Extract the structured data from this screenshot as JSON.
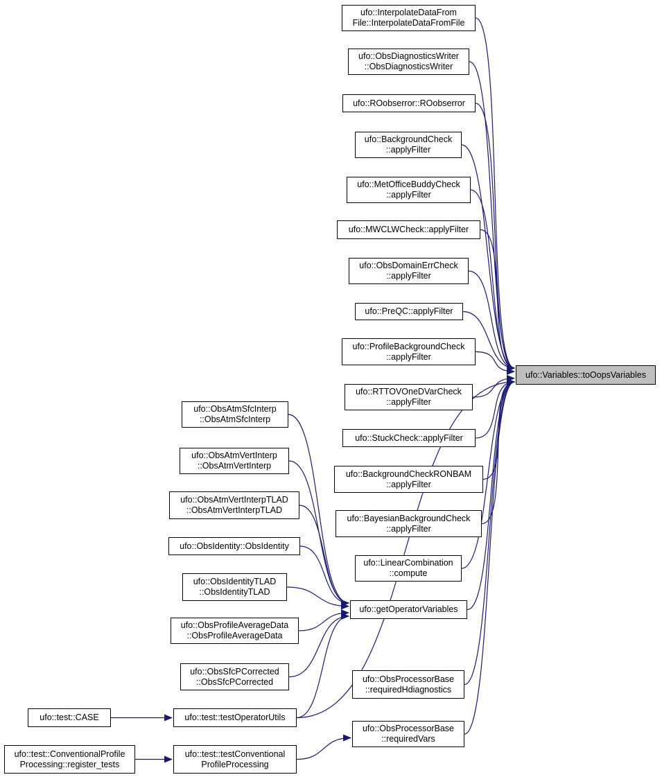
{
  "colors": {
    "edge": "#191970",
    "node_border": "#000000",
    "node_fill": "#ffffff",
    "focus_fill": "#bfbfbf"
  },
  "nodes": {
    "to_oops_variables": "ufo::Variables::toOopsVariables",
    "interpolate_data_from_file": "ufo::InterpolateDataFrom\nFile::InterpolateDataFromFile",
    "obs_diagnostics_writer": "ufo::ObsDiagnosticsWriter\n::ObsDiagnosticsWriter",
    "roobserror": "ufo::ROobserror::ROobserror",
    "background_check": "ufo::BackgroundCheck\n::applyFilter",
    "met_office_buddy_check": "ufo::MetOfficeBuddyCheck\n::applyFilter",
    "mwclw_check": "ufo::MWCLWCheck::applyFilter",
    "obs_domain_err_check": "ufo::ObsDomainErrCheck\n::applyFilter",
    "pre_qc": "ufo::PreQC::applyFilter",
    "profile_background_check": "ufo::ProfileBackgroundCheck\n::applyFilter",
    "rttov_one_dvar_check": "ufo::RTTOVOneDVarCheck\n::applyFilter",
    "stuck_check": "ufo::StuckCheck::applyFilter",
    "background_check_ronbam": "ufo::BackgroundCheckRONBAM\n::applyFilter",
    "bayesian_background_check": "ufo::BayesianBackgroundCheck\n::applyFilter",
    "linear_combination": "ufo::LinearCombination\n::compute",
    "get_operator_variables": "ufo::getOperatorVariables",
    "required_hdiagnostics": "ufo::ObsProcessorBase\n::requiredHdiagnostics",
    "required_vars": "ufo::ObsProcessorBase\n::requiredVars",
    "obs_atm_sfc_interp": "ufo::ObsAtmSfcInterp\n::ObsAtmSfcInterp",
    "obs_atm_vert_interp": "ufo::ObsAtmVertInterp\n::ObsAtmVertInterp",
    "obs_atm_vert_interp_tlad": "ufo::ObsAtmVertInterpTLAD\n::ObsAtmVertInterpTLAD",
    "obs_identity": "ufo::ObsIdentity::ObsIdentity",
    "obs_identity_tlad": "ufo::ObsIdentityTLAD\n::ObsIdentityTLAD",
    "obs_profile_average_data": "ufo::ObsProfileAverageData\n::ObsProfileAverageData",
    "obs_sfc_p_corrected": "ufo::ObsSfcPCorrected\n::ObsSfcPCorrected",
    "test_operator_utils": "ufo::test::testOperatorUtils",
    "test_case": "ufo::test::CASE",
    "test_conventional_profile_processing": "ufo::test::testConventional\nProfileProcessing",
    "register_tests": "ufo::test::ConventionalProfile\nProcessing::register_tests"
  },
  "edges": [
    [
      "interpolate_data_from_file",
      "to_oops_variables"
    ],
    [
      "obs_diagnostics_writer",
      "to_oops_variables"
    ],
    [
      "roobserror",
      "to_oops_variables"
    ],
    [
      "background_check",
      "to_oops_variables"
    ],
    [
      "met_office_buddy_check",
      "to_oops_variables"
    ],
    [
      "mwclw_check",
      "to_oops_variables"
    ],
    [
      "obs_domain_err_check",
      "to_oops_variables"
    ],
    [
      "pre_qc",
      "to_oops_variables"
    ],
    [
      "profile_background_check",
      "to_oops_variables"
    ],
    [
      "rttov_one_dvar_check",
      "to_oops_variables"
    ],
    [
      "stuck_check",
      "to_oops_variables"
    ],
    [
      "background_check_ronbam",
      "to_oops_variables"
    ],
    [
      "bayesian_background_check",
      "to_oops_variables"
    ],
    [
      "linear_combination",
      "to_oops_variables"
    ],
    [
      "get_operator_variables",
      "to_oops_variables"
    ],
    [
      "required_hdiagnostics",
      "to_oops_variables"
    ],
    [
      "required_vars",
      "to_oops_variables"
    ],
    [
      "test_operator_utils",
      "to_oops_variables"
    ],
    [
      "obs_atm_sfc_interp",
      "get_operator_variables"
    ],
    [
      "obs_atm_vert_interp",
      "get_operator_variables"
    ],
    [
      "obs_atm_vert_interp_tlad",
      "get_operator_variables"
    ],
    [
      "obs_identity",
      "get_operator_variables"
    ],
    [
      "obs_identity_tlad",
      "get_operator_variables"
    ],
    [
      "obs_profile_average_data",
      "get_operator_variables"
    ],
    [
      "obs_sfc_p_corrected",
      "get_operator_variables"
    ],
    [
      "test_operator_utils",
      "get_operator_variables"
    ],
    [
      "test_case",
      "test_operator_utils"
    ],
    [
      "test_conventional_profile_processing",
      "required_vars"
    ],
    [
      "register_tests",
      "test_conventional_profile_processing"
    ]
  ]
}
